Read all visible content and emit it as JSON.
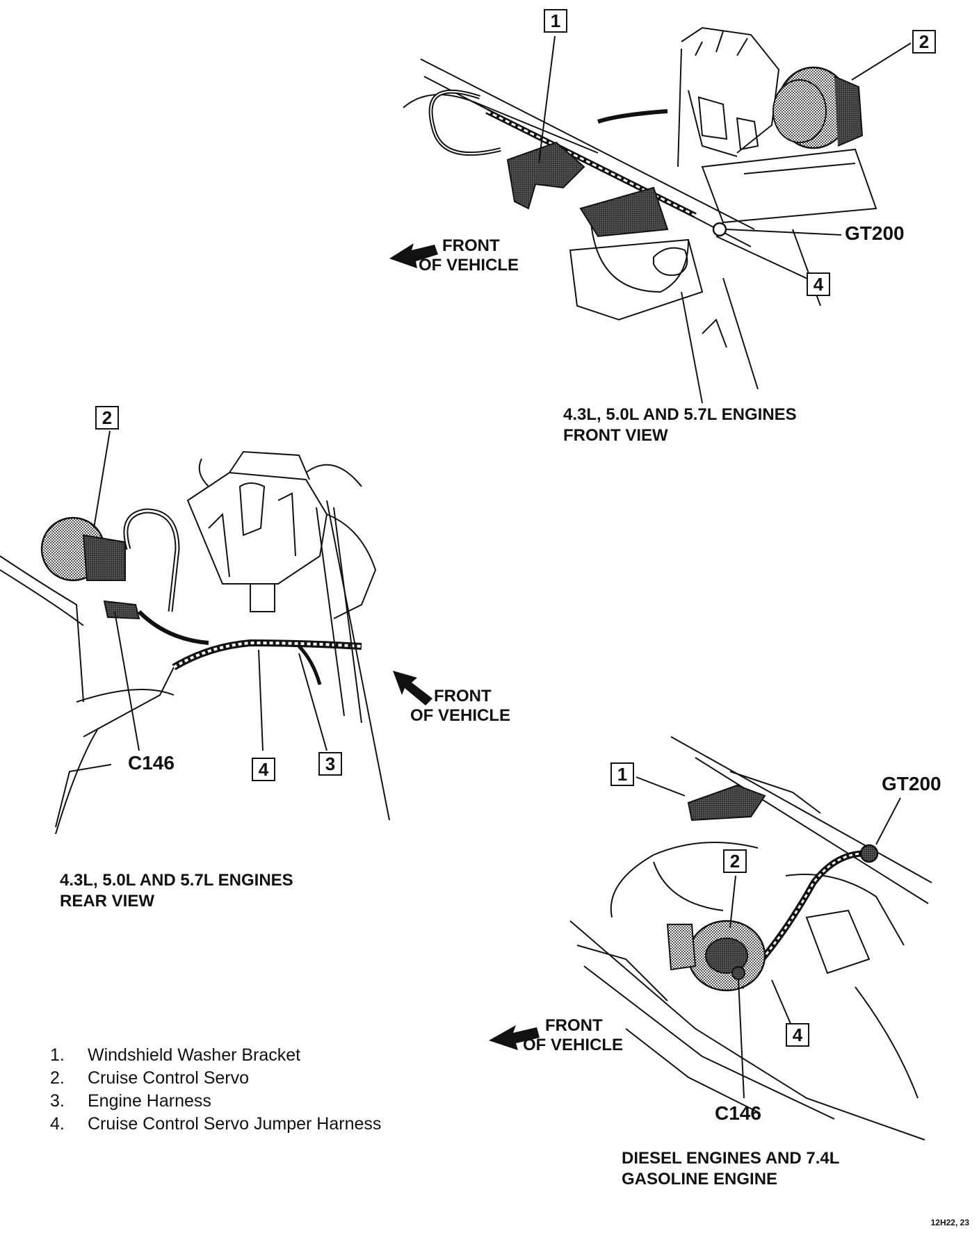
{
  "callouts": {
    "top": {
      "b1": "1",
      "b2": "2",
      "b4": "4",
      "gt200": "GT200"
    },
    "left": {
      "b2": "2",
      "b3": "3",
      "b4": "4",
      "c146": "C146"
    },
    "bottom": {
      "b1": "1",
      "b2": "2",
      "b4": "4",
      "gt200": "GT200",
      "c146": "C146"
    }
  },
  "front_labels": {
    "top": {
      "line1": "FRONT",
      "line2": "OF VEHICLE"
    },
    "left": {
      "line1": "FRONT",
      "line2": "OF VEHICLE"
    },
    "bottom": {
      "line1": "FRONT",
      "line2": "OF VEHICLE"
    }
  },
  "captions": {
    "top": {
      "line1": "4.3L, 5.0L AND 5.7L ENGINES",
      "line2": "FRONT VIEW"
    },
    "left": {
      "line1": "4.3L, 5.0L AND 5.7L ENGINES",
      "line2": "REAR VIEW"
    },
    "bottom": {
      "line1": "DIESEL ENGINES AND 7.4L",
      "line2": "GASOLINE ENGINE"
    }
  },
  "legend": [
    {
      "num": "1.",
      "text": "Windshield Washer Bracket"
    },
    {
      "num": "2.",
      "text": "Cruise Control Servo"
    },
    {
      "num": "3.",
      "text": "Engine Harness"
    },
    {
      "num": "4.",
      "text": "Cruise Control Servo Jumper Harness"
    }
  ],
  "figure_id": "12H22, 23"
}
